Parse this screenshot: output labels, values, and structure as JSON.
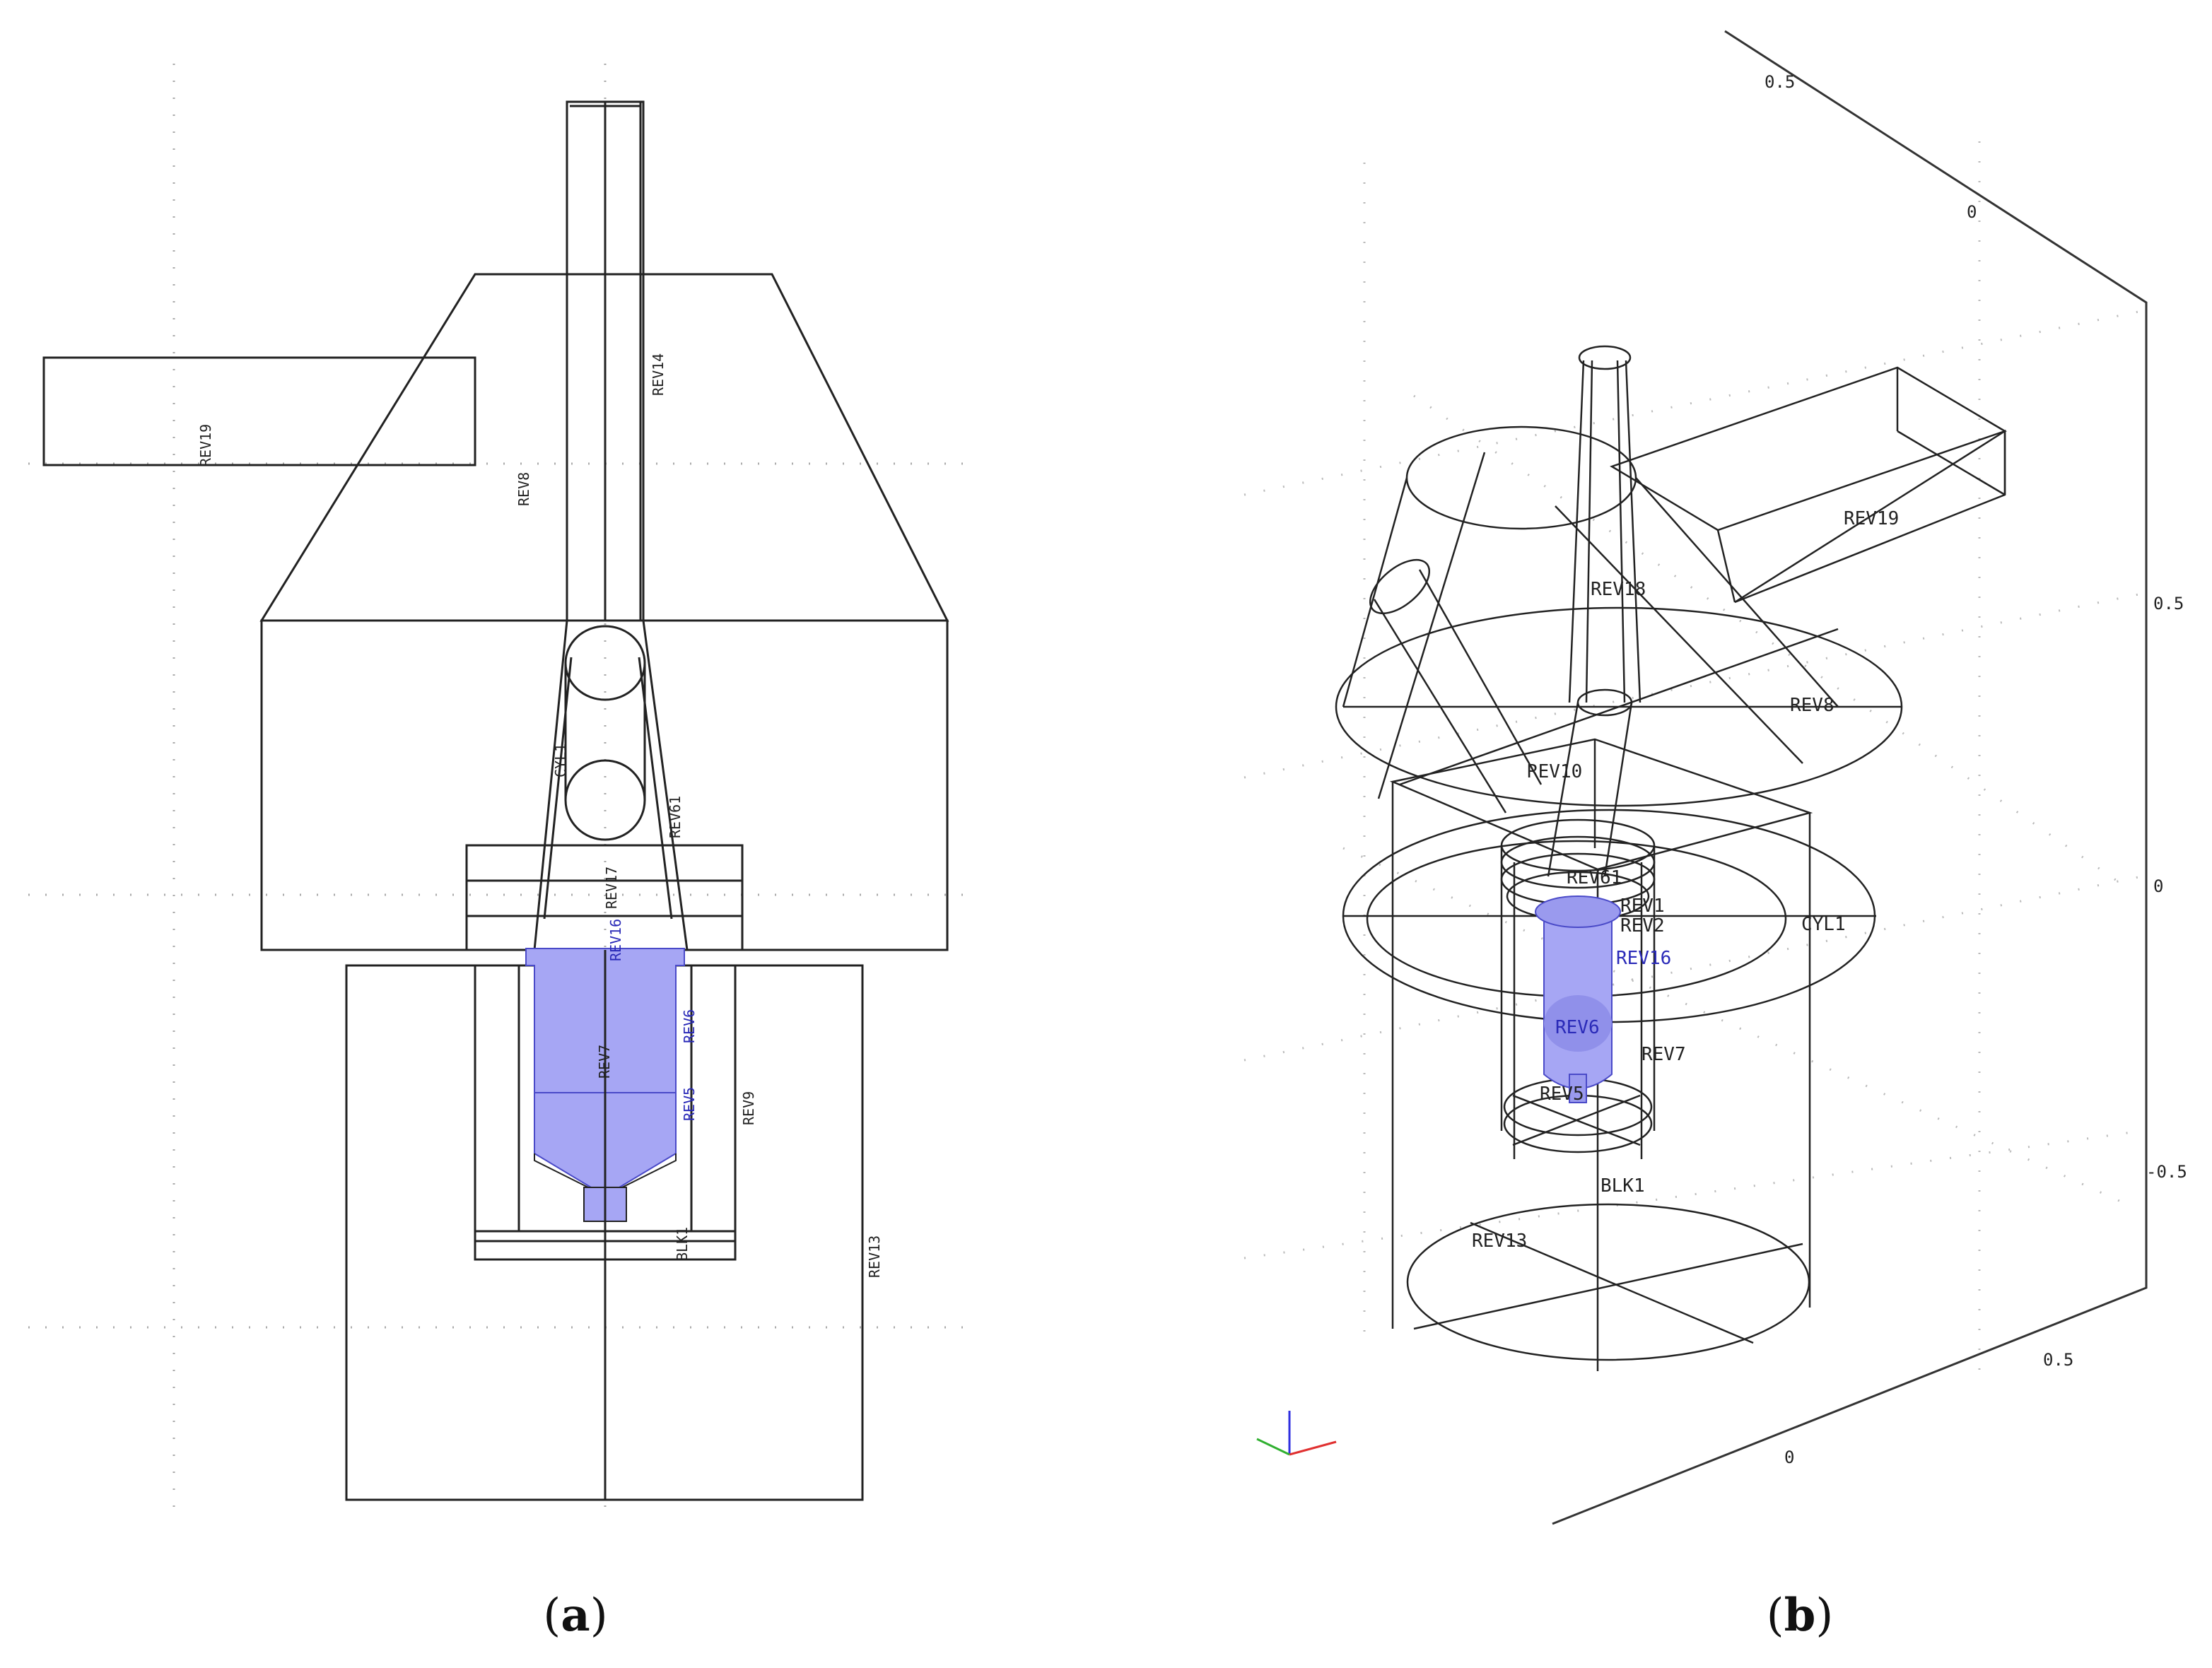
{
  "panel_a": {
    "caption_letter": "a",
    "labels": {
      "rev19": "REV19",
      "rev8": "REV8",
      "rev14": "REV14",
      "cyl1": "CYL1",
      "rev61": "REV61",
      "rev17": "REV17",
      "rev16": "REV16",
      "rev7": "REV7",
      "rev6": "REV6",
      "rev5": "REV5",
      "rev9": "REV9",
      "blk1": "BLK1",
      "rev13": "REV13"
    }
  },
  "panel_b": {
    "caption_letter": "b",
    "labels": {
      "rev19": "REV19",
      "rev18": "REV18",
      "rev8": "REV8",
      "rev10": "REV10",
      "rev61": "REV61",
      "cyl1": "CYL1",
      "rev6": "REV6",
      "rev7": "REV7",
      "rev5": "REV5",
      "blk1": "BLK1",
      "rev13": "REV13",
      "rev_a": "REV1",
      "rev_b": "REV2",
      "rev_blue": "REV16"
    },
    "axis_ticks": {
      "top_a": "0.5",
      "top_b": "0",
      "right_a": "0.5",
      "right_b": "0",
      "right_c": "-0.5",
      "bottom_a": "0.5",
      "bottom_b": "0"
    },
    "colors": {
      "highlight": "#8c8cf0",
      "axis_x": "#e03030",
      "axis_y": "#30b030",
      "axis_z": "#3030e0"
    }
  }
}
